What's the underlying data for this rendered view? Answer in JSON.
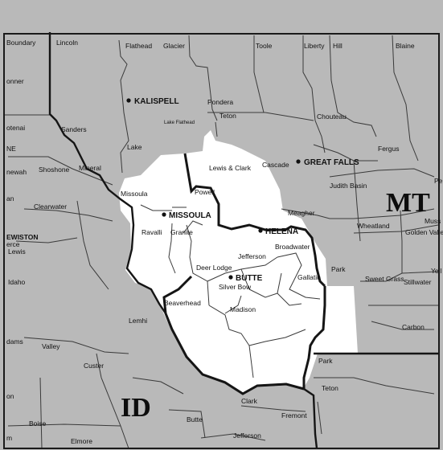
{
  "colors": {
    "land": "#b9b9b9",
    "service_area": "#ffffff",
    "county_line": "#3a3a3a",
    "state_line": "#151515",
    "text": "#111111"
  },
  "states": {
    "mt": "MT",
    "id": "ID"
  },
  "cities": {
    "kalispell": "KALISPELL",
    "great_falls": "GREAT FALLS",
    "missoula": "MISSOULA",
    "helena": "HELENA",
    "butte": "BUTTE",
    "lewiston": "EWISTON"
  },
  "counties": {
    "boundary": "Boundary",
    "lincoln": "Lincoln",
    "flathead": "Flathead",
    "glacier": "Glacier",
    "toole": "Toole",
    "liberty": "Liberty",
    "hill": "Hill",
    "blaine": "Blaine",
    "bonner": "onner",
    "kootenai": "otenai",
    "sanders": "Sanders",
    "lake": "Lake",
    "pondera": "Pondera",
    "teton_mt": "Teton",
    "chouteau": "Chouteau",
    "fergus": "Fergus",
    "benewah": "newah",
    "shoshone": "Shoshone",
    "mineral": "Mineral",
    "lewis_clark": "Lewis & Clark",
    "cascade": "Cascade",
    "judith_basin": "Judith Basin",
    "missoula": "Missoula",
    "powell": "Powell",
    "clearwater": "Clearwater",
    "meagher": "Meagher",
    "wheatland": "Wheatland",
    "golden_valley": "Golden Valley",
    "musselshell": "Muss",
    "ravalli": "Ravalli",
    "granite": "Granite",
    "jefferson": "Jefferson",
    "broadwater": "Broadwater",
    "lewis_id": "Lewis",
    "nez_perce": "erce",
    "deer_lodge": "Deer Lodge",
    "silver_bow": "Silver Bow",
    "gallatin": "Gallatin",
    "park_mt": "Park",
    "sweet_grass": "Sweet Grass",
    "stillwater": "Stillwater",
    "idaho": "Idaho",
    "beaverhead": "Beaverhead",
    "madison": "Madison",
    "carbon": "Carbon",
    "yellowstone": "Yell",
    "lemhi": "Lemhi",
    "adams": "dams",
    "valley": "Valley",
    "park_wy": "Park",
    "teton_wy": "Teton",
    "custer": "Custer",
    "clark": "Clark",
    "fremont": "Fremont",
    "boise": "Boise",
    "butte_id": "Butte",
    "jefferson_id": "Jefferson",
    "elmore": "Elmore",
    "gem": "m",
    "ne_cut": "NE",
    "pe_cut": "Pe",
    "an_cut": "an",
    "on_cut": "on",
    "lake_flathead": "Lake Flathead"
  }
}
